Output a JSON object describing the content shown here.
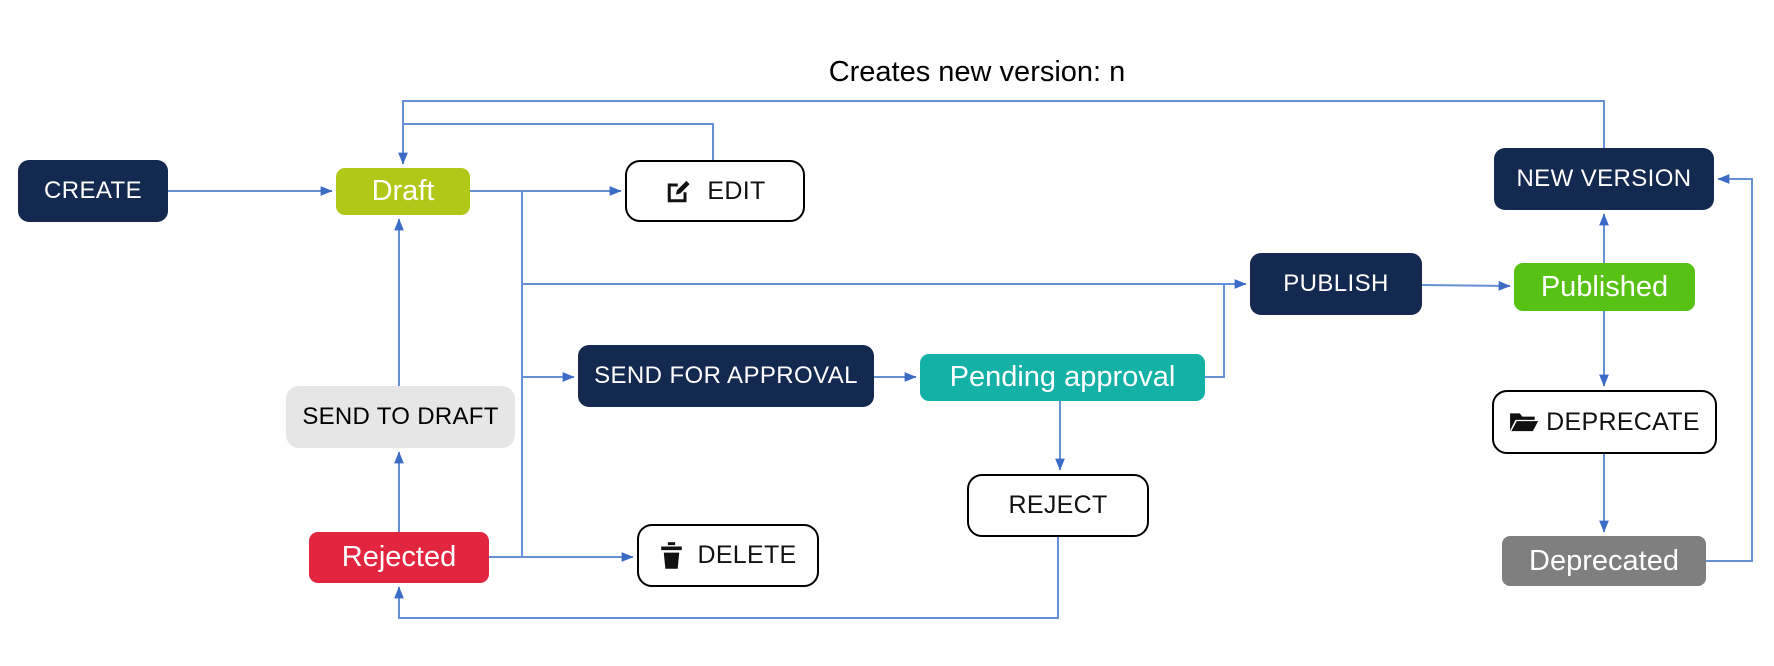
{
  "annotation": {
    "text": "Creates new version: n"
  },
  "colors": {
    "navy": "#13294f",
    "state_draft": "#b2c818",
    "state_published": "#57c214",
    "state_pending": "#14b1a7",
    "state_rejected": "#e3263f",
    "state_deprecated": "#7f7f7f",
    "gray_light": "#e7e6e6",
    "line": "#6590d5",
    "arrow": "#3b6bc5",
    "outline_border": "#000000"
  },
  "nodes": {
    "create": {
      "label": "CREATE",
      "kind": "action-dark"
    },
    "draft": {
      "label": "Draft",
      "kind": "state",
      "color": "#b2c818"
    },
    "edit": {
      "label": "EDIT",
      "kind": "action-outline",
      "icon": "edit-icon"
    },
    "send_to_draft": {
      "label": "SEND TO DRAFT",
      "kind": "action-gray"
    },
    "send_for_approval": {
      "label": "SEND FOR APPROVAL",
      "kind": "action-dark"
    },
    "pending_approval": {
      "label": "Pending approval",
      "kind": "state",
      "color": "#14b1a7"
    },
    "reject": {
      "label": "REJECT",
      "kind": "action-outline"
    },
    "rejected": {
      "label": "Rejected",
      "kind": "state",
      "color": "#e3263f"
    },
    "delete": {
      "label": "DELETE",
      "kind": "action-outline",
      "icon": "trash-icon"
    },
    "publish": {
      "label": "PUBLISH",
      "kind": "action-dark"
    },
    "published": {
      "label": "Published",
      "kind": "state",
      "color": "#57c214"
    },
    "new_version": {
      "label": "NEW VERSION",
      "kind": "action-dark"
    },
    "deprecate": {
      "label": "DEPRECATE",
      "kind": "action-outline",
      "icon": "folder-open-icon"
    },
    "deprecated": {
      "label": "Deprecated",
      "kind": "state",
      "color": "#7f7f7f"
    }
  },
  "edges": [
    {
      "from": "create",
      "to": "draft"
    },
    {
      "from": "new_version",
      "to": "draft",
      "label": "Creates new version: n"
    },
    {
      "from": "edit",
      "to": "draft"
    },
    {
      "from": "draft",
      "to": "edit"
    },
    {
      "from": "draft",
      "to": "publish"
    },
    {
      "from": "pending_approval",
      "to": "publish"
    },
    {
      "from": "draft",
      "to": "send_for_approval"
    },
    {
      "from": "send_for_approval",
      "to": "pending_approval"
    },
    {
      "from": "pending_approval",
      "to": "reject"
    },
    {
      "from": "reject",
      "to": "rejected"
    },
    {
      "from": "rejected",
      "to": "delete"
    },
    {
      "from": "draft",
      "to": "delete"
    },
    {
      "from": "rejected",
      "to": "send_to_draft"
    },
    {
      "from": "send_to_draft",
      "to": "draft"
    },
    {
      "from": "publish",
      "to": "published"
    },
    {
      "from": "published",
      "to": "new_version"
    },
    {
      "from": "published",
      "to": "deprecate"
    },
    {
      "from": "deprecate",
      "to": "deprecated"
    },
    {
      "from": "deprecated",
      "to": "new_version"
    }
  ]
}
